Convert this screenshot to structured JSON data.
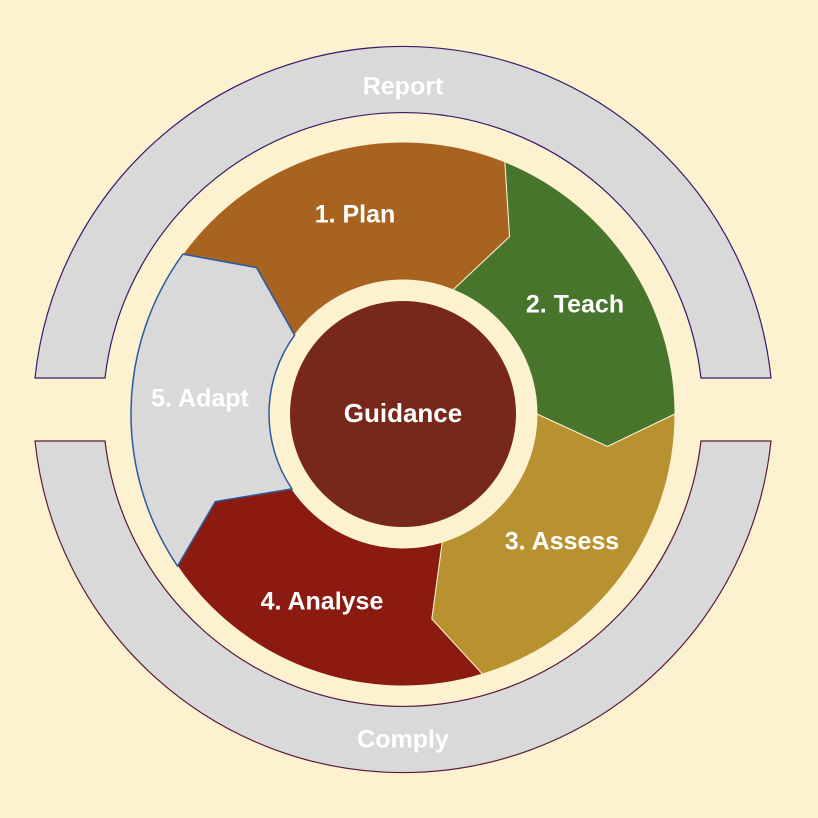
{
  "outer_bands": {
    "top_label": "Report",
    "bottom_label": "Comply"
  },
  "center": {
    "label": "Guidance"
  },
  "steps": [
    {
      "label": "1. Plan",
      "color": "#a86321"
    },
    {
      "label": "2. Teach",
      "color": "#48752c"
    },
    {
      "label": "3. Assess",
      "color": "#b89230"
    },
    {
      "label": "4. Analyse",
      "color": "#8b1a10"
    },
    {
      "label": "5. Adapt",
      "color": "#d9d9d9"
    }
  ],
  "colors": {
    "background": "#fdf2d0",
    "band": "#d9d9d9",
    "center": "#78281a",
    "adapt_outline": "#2a5aa0"
  }
}
